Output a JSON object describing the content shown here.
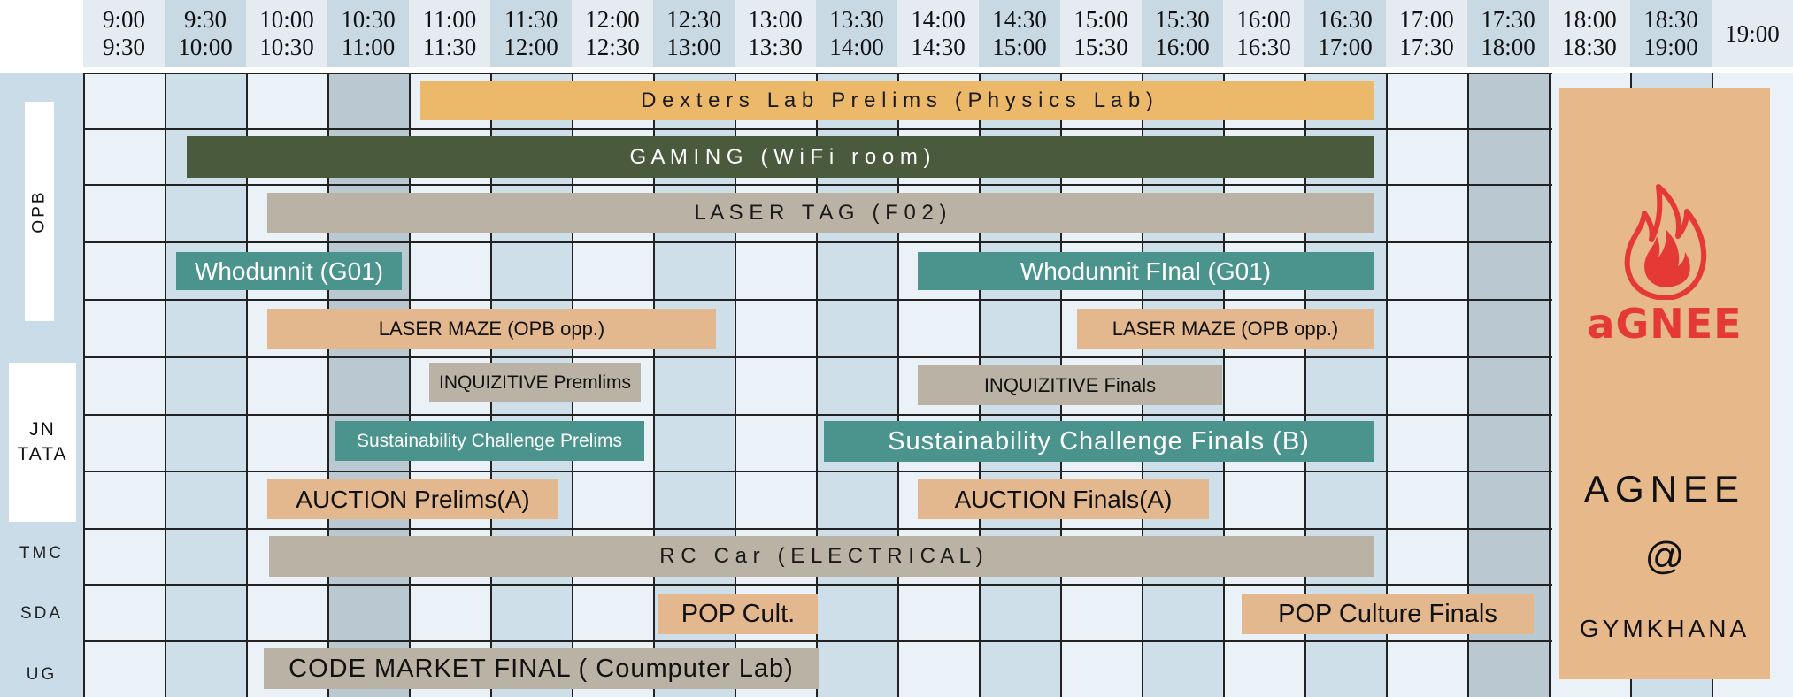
{
  "header": {
    "slots": [
      {
        "start": "9:00",
        "end": "9:30"
      },
      {
        "start": "9:30",
        "end": "10:00"
      },
      {
        "start": "10:00",
        "end": "10:30"
      },
      {
        "start": "10:30",
        "end": "11:00"
      },
      {
        "start": "11:00",
        "end": "11:30"
      },
      {
        "start": "11:30",
        "end": "12:00"
      },
      {
        "start": "12:00",
        "end": "12:30"
      },
      {
        "start": "12:30",
        "end": "13:00"
      },
      {
        "start": "13:00",
        "end": "13:30"
      },
      {
        "start": "13:30",
        "end": "14:00"
      },
      {
        "start": "14:00",
        "end": "14:30"
      },
      {
        "start": "14:30",
        "end": "15:00"
      },
      {
        "start": "15:00",
        "end": "15:30"
      },
      {
        "start": "15:30",
        "end": "16:00"
      },
      {
        "start": "16:00",
        "end": "16:30"
      },
      {
        "start": "16:30",
        "end": "17:00"
      },
      {
        "start": "17:00",
        "end": "17:30"
      },
      {
        "start": "17:30",
        "end": "18:00"
      },
      {
        "start": "18:00",
        "end": "18:30"
      },
      {
        "start": "18:30",
        "end": "19:00"
      },
      {
        "start": "19:00",
        "end": ""
      }
    ]
  },
  "venues": {
    "opb": "OPB",
    "jn_tata": [
      "JN",
      "TATA"
    ],
    "tmc": "TMC",
    "sda": "SDA",
    "ug": "UG"
  },
  "events": {
    "dexters_lab": "D e x t e r s   L a b   P r e l i m s   ( P h y s i c s   L a b )",
    "gaming": "G A M I N G   ( W i F i   r o o m )",
    "laser_tag": "L A S E R   T A G   ( F 0 2 )",
    "whodunnit": "Whodunnit (G01)",
    "whodunnit_final": "Whodunnit FInal (G01)",
    "laser_maze_1": "LASER MAZE (OPB opp.)",
    "laser_maze_2": "LASER MAZE (OPB opp.)",
    "inquizitive_prelims": "INQUIZITIVE Premlims",
    "inquizitive_finals": "INQUIZITIVE Finals",
    "sustainability_prelims": "Sustainability Challenge Prelims",
    "sustainability_finals": "Sustainability Challenge Finals (B)",
    "auction_prelims": "AUCTION Prelims(A)",
    "auction_finals": "AUCTION Finals(A)",
    "rc_car": "R C   C a r   ( E L E C T R I C A L )",
    "pop_cult": "POP Cult.",
    "pop_culture_finals": "POP Culture Finals",
    "code_market": "CODE MARKET FINAL ( Coumputer Lab)"
  },
  "agnee": {
    "logo_text": "aGNEE",
    "title": "AGNEE",
    "at": "@",
    "venue": "GYMKHANA"
  },
  "colors": {
    "header_light": "#e4ecf2",
    "header_dark": "#c9d9e4",
    "col_light": "#eaf2f7",
    "col_dark": "#cfdfe9",
    "col_gray": "#b9c8d1",
    "orange": "#ecb96b",
    "dark_green": "#4a5a3d",
    "gray": "#bbb2a6",
    "teal": "#4b938d",
    "peach": "#e3b88e",
    "flame_red": "#e53935"
  }
}
